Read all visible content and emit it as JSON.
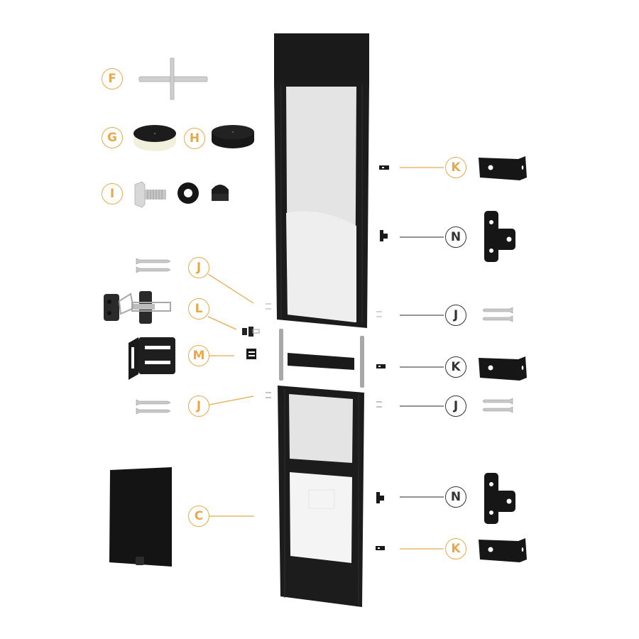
{
  "diagram": {
    "type": "exploded-parts-diagram",
    "subject": "pet door panel insert with hardware kit",
    "colors": {
      "callout_orange": "#e8a94a",
      "callout_dark": "#333333",
      "frame_black": "#1a1a1a",
      "glass": "#e2e2e2",
      "steel": "#c8c8c8"
    },
    "callouts": [
      {
        "id": "F",
        "label": "F",
        "part": "cross wrench / tool",
        "style": "orange"
      },
      {
        "id": "G",
        "label": "G",
        "part": "foam weatherstrip roll with backing",
        "style": "orange"
      },
      {
        "id": "H",
        "label": "H",
        "part": "black foam weatherstrip roll",
        "style": "orange"
      },
      {
        "id": "I",
        "label": "I",
        "part": "hex bolt, washer and cap nut",
        "style": "orange"
      },
      {
        "id": "J1",
        "label": "J",
        "part": "screws (upper left)",
        "style": "orange"
      },
      {
        "id": "L",
        "label": "L",
        "part": "latch",
        "style": "orange"
      },
      {
        "id": "M",
        "label": "M",
        "part": "latch keeper bracket",
        "style": "orange"
      },
      {
        "id": "J2",
        "label": "J",
        "part": "screws (lower left)",
        "style": "orange"
      },
      {
        "id": "C",
        "label": "C",
        "part": "closing panel",
        "style": "orange"
      },
      {
        "id": "K1",
        "label": "K",
        "part": "angle bracket (top)",
        "style": "orange"
      },
      {
        "id": "N1",
        "label": "N",
        "part": "T bracket (upper)",
        "style": "dark"
      },
      {
        "id": "J3",
        "label": "J",
        "part": "screws (right upper)",
        "style": "dark"
      },
      {
        "id": "K2",
        "label": "K",
        "part": "angle bracket (middle)",
        "style": "dark"
      },
      {
        "id": "J4",
        "label": "J",
        "part": "screws (right lower)",
        "style": "dark"
      },
      {
        "id": "N2",
        "label": "N",
        "part": "T bracket (lower)",
        "style": "dark"
      },
      {
        "id": "K3",
        "label": "K",
        "part": "angle bracket (bottom)",
        "style": "orange"
      }
    ]
  }
}
